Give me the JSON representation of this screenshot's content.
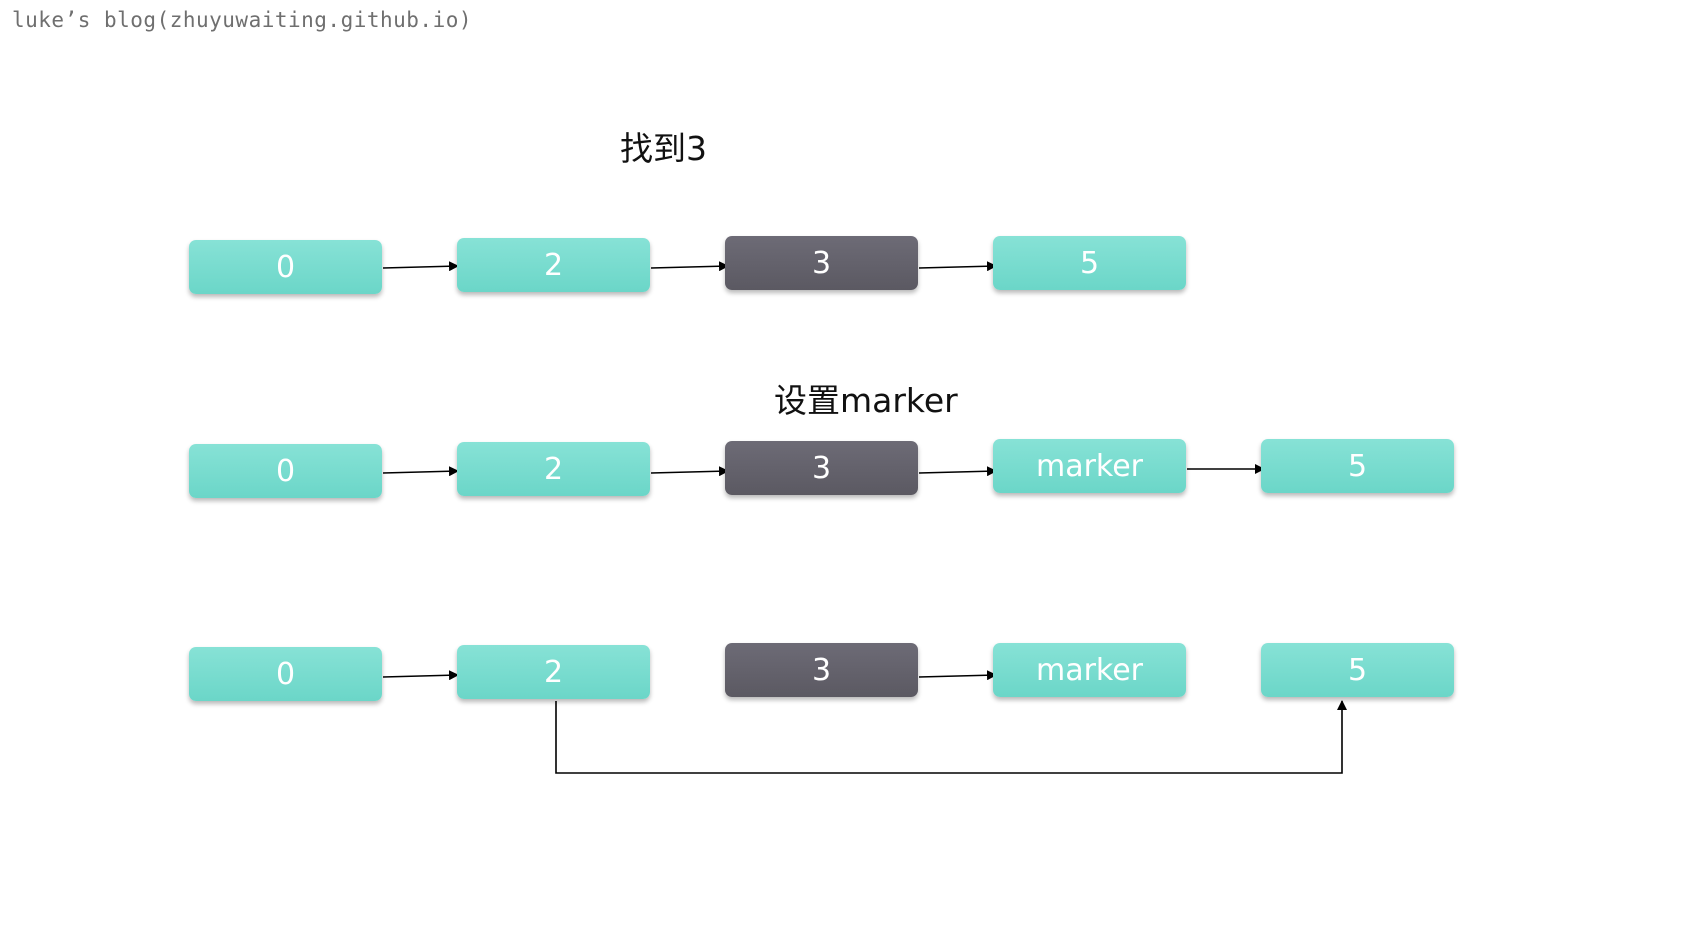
{
  "watermark": "luke’s blog(zhuyuwaiting.github.io)",
  "row1": {
    "title": "找到3",
    "nodes": [
      "0",
      "2",
      "3",
      "5"
    ]
  },
  "row2": {
    "title": "设置marker",
    "nodes": [
      "0",
      "2",
      "3",
      "marker",
      "5"
    ]
  },
  "row3": {
    "title": "",
    "nodes": [
      "0",
      "2",
      "3",
      "marker",
      "5"
    ]
  },
  "colors": {
    "node_fill": "#74dbce",
    "highlight_fill": "#64626b",
    "line": "#000000"
  }
}
